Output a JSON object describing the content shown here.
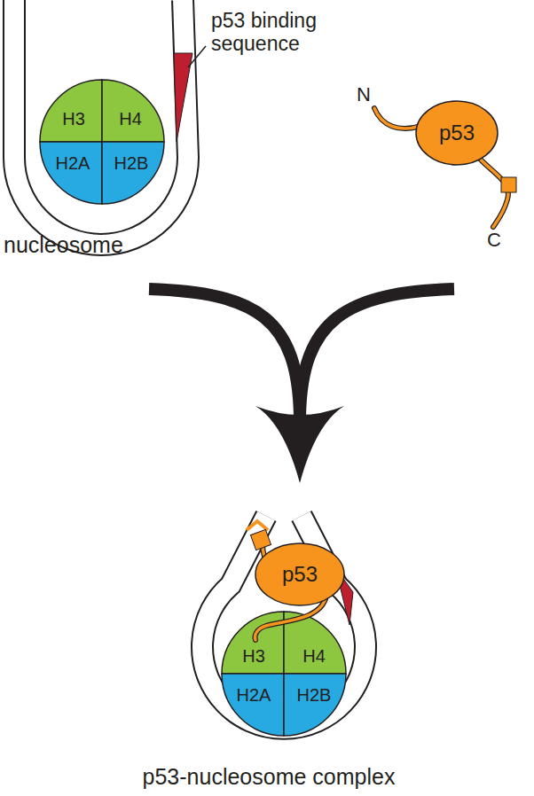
{
  "diagram": {
    "nodes": [
      {
        "text": [
          "H3"
        ]
      },
      {
        "text": [
          "H4"
        ]
      },
      {
        "text": [
          "H2A"
        ]
      },
      {
        "text": [
          "H2B"
        ]
      },
      {
        "text": [
          "p53"
        ]
      },
      {
        "text": [
          "p53"
        ]
      },
      {
        "text": [
          "H3"
        ]
      },
      {
        "text": [
          "H4"
        ]
      },
      {
        "text": [
          "H2A"
        ]
      },
      {
        "text": [
          "H2B"
        ]
      }
    ],
    "labels": [
      "p53 binding sequence",
      "N",
      "C",
      "nucleosome",
      "p53-nucleosome complex"
    ]
  }
}
